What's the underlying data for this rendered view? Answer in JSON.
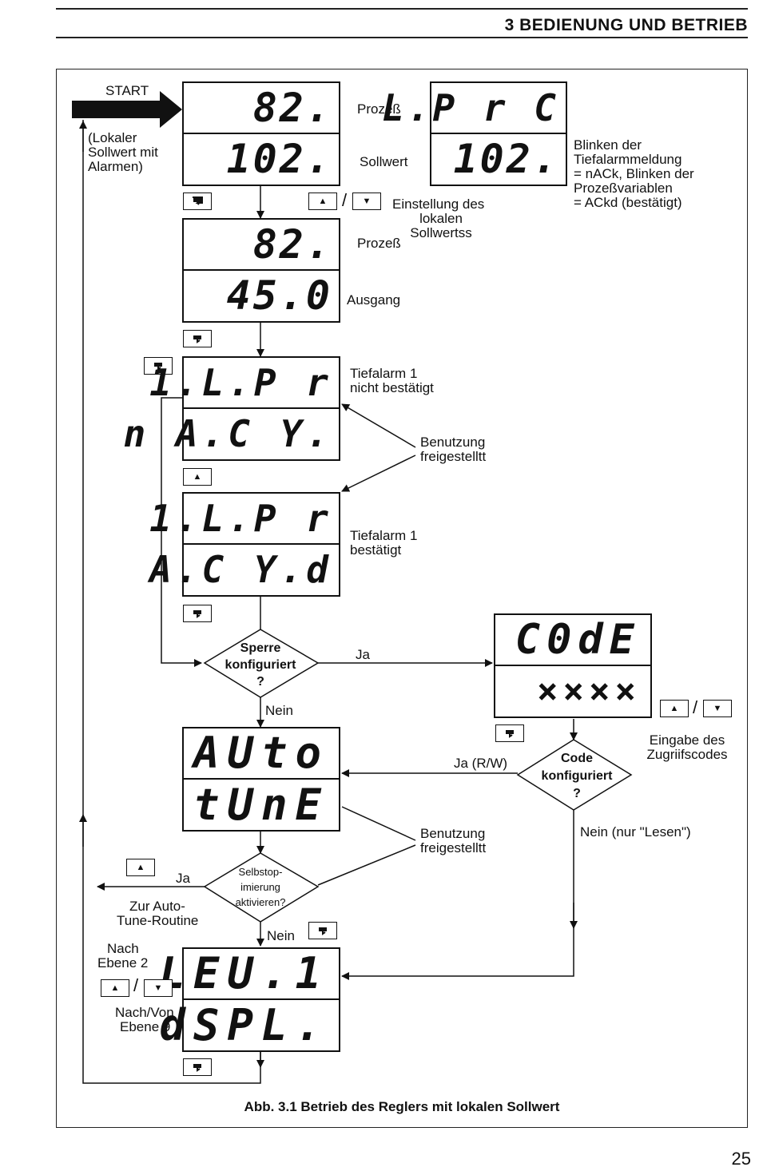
{
  "header": {
    "title": "3   BEDIENUNG UND BETRIEB"
  },
  "displays": {
    "d1": {
      "top": "82.",
      "bottom": "102."
    },
    "d_alarm": {
      "top": "L.P r C",
      "bottom": "102."
    },
    "d2": {
      "top": "82.",
      "bottom": "45.0"
    },
    "d3": {
      "top": "1.L.P r",
      "bottom": "n A.C Y."
    },
    "d4": {
      "top": "1.L.P r",
      "bottom": "A.C Y.d"
    },
    "d_code": {
      "top": "C0dE",
      "bottom": "××××"
    },
    "d_auto": {
      "top": "AUto",
      "bottom": "tUnE"
    },
    "d_lev": {
      "top": "LEU.1",
      "bottom": "dSPL."
    }
  },
  "labels": {
    "start": "START",
    "start_note": [
      "(Lokaler",
      "Sollwert mit",
      "Alarmen)"
    ],
    "process1": "Prozeß",
    "setpoint": "Sollwert",
    "alarm_note": [
      "Blinken der",
      "Tiefalarmmeldung",
      "= nACk, Blinken der",
      " Prozeßvariablen",
      "= ACkd (bestätigt)"
    ],
    "setpoint_adjust": [
      "Einstellung des",
      "lokalen",
      "Sollwertss"
    ],
    "process2": "Prozeß",
    "output": "Ausgang",
    "alarm_unack": [
      "Tiefalarm 1",
      "nicht bestätigt"
    ],
    "usage1": [
      "Benutzung",
      "freigestelltt"
    ],
    "alarm_ack": [
      "Tiefalarm 1",
      "bestätigt"
    ],
    "yes1": "Ja",
    "no1": "Nein",
    "code_entry": [
      "Eingabe des",
      "Zugriifscodes"
    ],
    "yes_rw": "Ja (R/W)",
    "no_read": "Nein (nur \"Lesen\")",
    "usage2": [
      "Benutzung",
      "freigestelltt"
    ],
    "yes2": "Ja",
    "to_autotune": [
      "Zur Auto-",
      "Tune-Routine"
    ],
    "no2": "Nein",
    "to_level2": [
      "Nach",
      "Ebene 2"
    ],
    "to_level9": [
      "Nach/Von",
      "Ebene 9"
    ]
  },
  "decisions": {
    "lock": [
      "Sperre",
      "konfiguriert",
      "?"
    ],
    "code": [
      "Code",
      "konfiguriert",
      "?"
    ],
    "selftune": [
      "Selbstop-",
      "imierung",
      "aktivieren?"
    ]
  },
  "keys": {
    "scroll": "scroll-key-icon",
    "up": "▲",
    "down": "▼",
    "slash": "/"
  },
  "caption": "Abb. 3.1 Betrieb des Reglers mit lokalen Sollwert",
  "page_number": "25"
}
